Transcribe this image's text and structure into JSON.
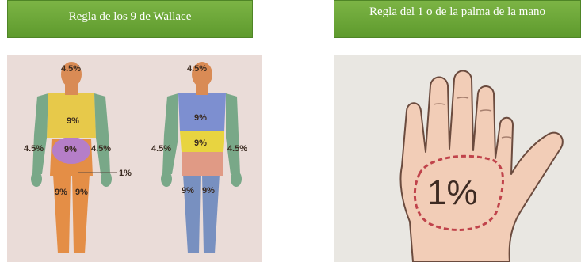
{
  "left": {
    "title": "Regla de los 9 de Wallace",
    "labels": {
      "front_head": "4.5%",
      "front_chest": "9%",
      "front_left_arm": "4.5%",
      "front_abdomen": "9%",
      "front_right_arm": "4.5%",
      "front_genital": "1%",
      "front_left_leg": "9%",
      "front_right_leg": "9%",
      "back_head": "4.5%",
      "back_upper": "9%",
      "back_left_arm": "4.5%",
      "back_lower": "9%",
      "back_right_arm": "4.5%",
      "back_left_leg": "9%",
      "back_right_leg": "9%"
    }
  },
  "right": {
    "title": "Regla del 1 o de la palma de la mano",
    "palm_label": "1%"
  },
  "colors": {
    "banner_green": "#6aa636",
    "head": "#d98b55",
    "chest": "#e7c94a",
    "abdomen": "#b57ec8",
    "arm": "#79a888",
    "leg": "#e48e46",
    "back_upper": "#7d8fd0",
    "back_lower": "#e8d440",
    "back_leg": "#7890c0",
    "skin": "#f2cdb7",
    "palm_outline": "#c0434b"
  }
}
